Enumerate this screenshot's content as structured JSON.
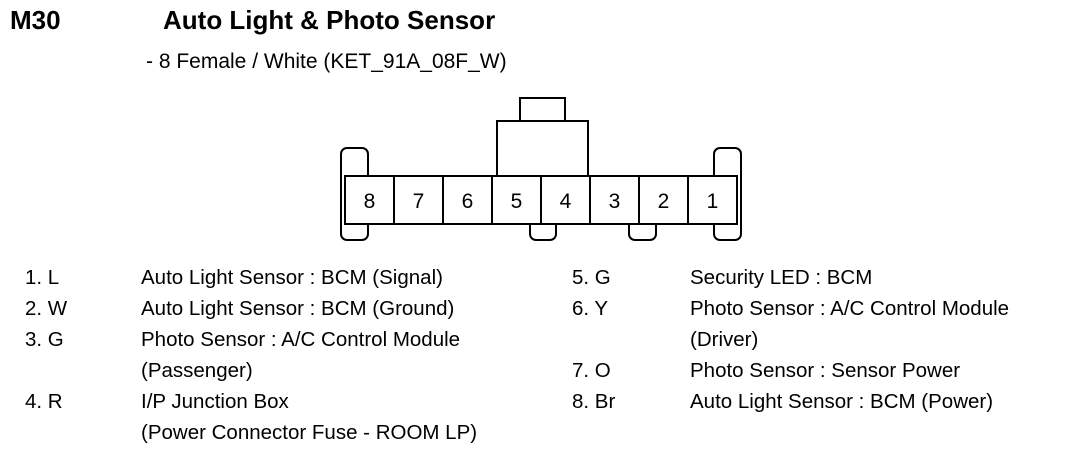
{
  "connector": {
    "code": "M30",
    "title": "Auto Light & Photo Sensor",
    "subtitle": "- 8 Female / White (KET_91A_08F_W)",
    "pins_order": [
      "8",
      "7",
      "6",
      "5",
      "4",
      "3",
      "2",
      "1"
    ]
  },
  "pins": [
    {
      "pin": "1. L",
      "desc": [
        "Auto Light Sensor : BCM (Signal)"
      ]
    },
    {
      "pin": "2. W",
      "desc": [
        "Auto Light Sensor : BCM (Ground)"
      ]
    },
    {
      "pin": "3. G",
      "desc": [
        "Photo Sensor : A/C Control Module",
        "(Passenger)"
      ]
    },
    {
      "pin": "4. R",
      "desc": [
        "I/P Junction Box",
        "(Power Connector Fuse - ROOM LP)"
      ]
    },
    {
      "pin": "5. G",
      "desc": [
        "Security LED : BCM"
      ]
    },
    {
      "pin": "6. Y",
      "desc": [
        "Photo Sensor : A/C Control Module",
        "(Driver)"
      ]
    },
    {
      "pin": "7. O",
      "desc": [
        "Photo Sensor : Sensor Power"
      ]
    },
    {
      "pin": "8. Br",
      "desc": [
        "Auto Light Sensor : BCM (Power)"
      ]
    }
  ]
}
